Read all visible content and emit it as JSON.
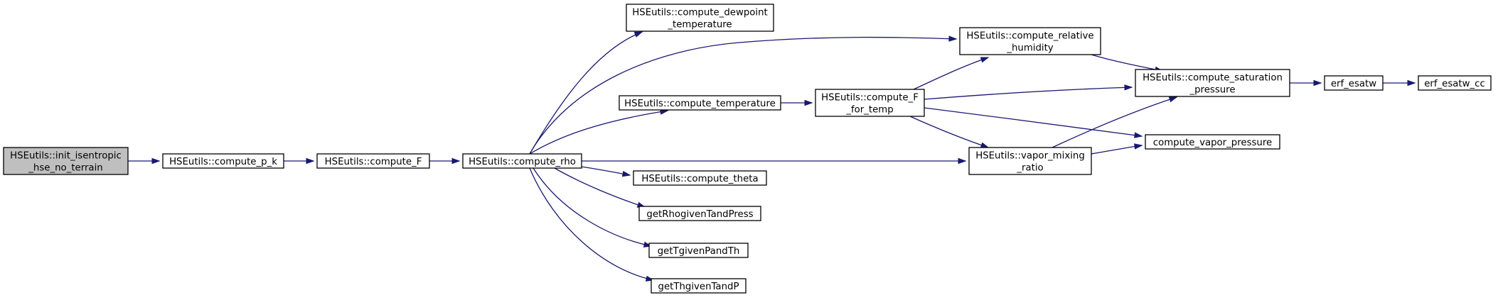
{
  "nodes": {
    "root": [
      "HSEutils::init_isentropic",
      "_hse_no_terrain"
    ],
    "compute_p_k": [
      "HSEutils::compute_p_k"
    ],
    "compute_F": [
      "HSEutils::compute_F"
    ],
    "compute_rho": [
      "HSEutils::compute_rho"
    ],
    "compute_dewpoint": [
      "HSEutils::compute_dewpoint",
      "_temperature"
    ],
    "compute_temperature": [
      "HSEutils::compute_temperature"
    ],
    "compute_theta": [
      "HSEutils::compute_theta"
    ],
    "getRho": [
      "getRhogivenTandPress"
    ],
    "getT": [
      "getTgivenPandTh"
    ],
    "getTh": [
      "getThgivenTandP"
    ],
    "compute_F_for_temp": [
      "HSEutils::compute_F",
      "_for_temp"
    ],
    "compute_relative_humidity": [
      "HSEutils::compute_relative",
      "_humidity"
    ],
    "vapor_mixing_ratio": [
      "HSEutils::vapor_mixing",
      "_ratio"
    ],
    "compute_saturation_pressure": [
      "HSEutils::compute_saturation",
      "_pressure"
    ],
    "compute_vapor_pressure": [
      "compute_vapor_pressure"
    ],
    "erf_esatw": [
      "erf_esatw"
    ],
    "erf_esatw_cc": [
      "erf_esatw_cc"
    ]
  },
  "edges": [
    [
      "root",
      "compute_p_k"
    ],
    [
      "compute_p_k",
      "compute_F"
    ],
    [
      "compute_F",
      "compute_rho"
    ],
    [
      "compute_rho",
      "compute_dewpoint"
    ],
    [
      "compute_rho",
      "compute_relative_humidity"
    ],
    [
      "compute_rho",
      "compute_temperature"
    ],
    [
      "compute_rho",
      "vapor_mixing_ratio"
    ],
    [
      "compute_rho",
      "compute_theta"
    ],
    [
      "compute_rho",
      "getRho"
    ],
    [
      "compute_rho",
      "getT"
    ],
    [
      "compute_rho",
      "getTh"
    ],
    [
      "compute_temperature",
      "compute_F_for_temp"
    ],
    [
      "compute_F_for_temp",
      "compute_relative_humidity"
    ],
    [
      "compute_F_for_temp",
      "compute_saturation_pressure"
    ],
    [
      "compute_F_for_temp",
      "compute_vapor_pressure"
    ],
    [
      "compute_F_for_temp",
      "vapor_mixing_ratio"
    ],
    [
      "compute_relative_humidity",
      "compute_saturation_pressure"
    ],
    [
      "vapor_mixing_ratio",
      "compute_saturation_pressure"
    ],
    [
      "vapor_mixing_ratio",
      "compute_vapor_pressure"
    ],
    [
      "compute_saturation_pressure",
      "erf_esatw"
    ],
    [
      "erf_esatw",
      "erf_esatw_cc"
    ]
  ],
  "colors": {
    "edge": "#191970",
    "root_fill": "#bfbfbf",
    "node_fill": "#ffffff",
    "node_stroke": "#000000"
  }
}
